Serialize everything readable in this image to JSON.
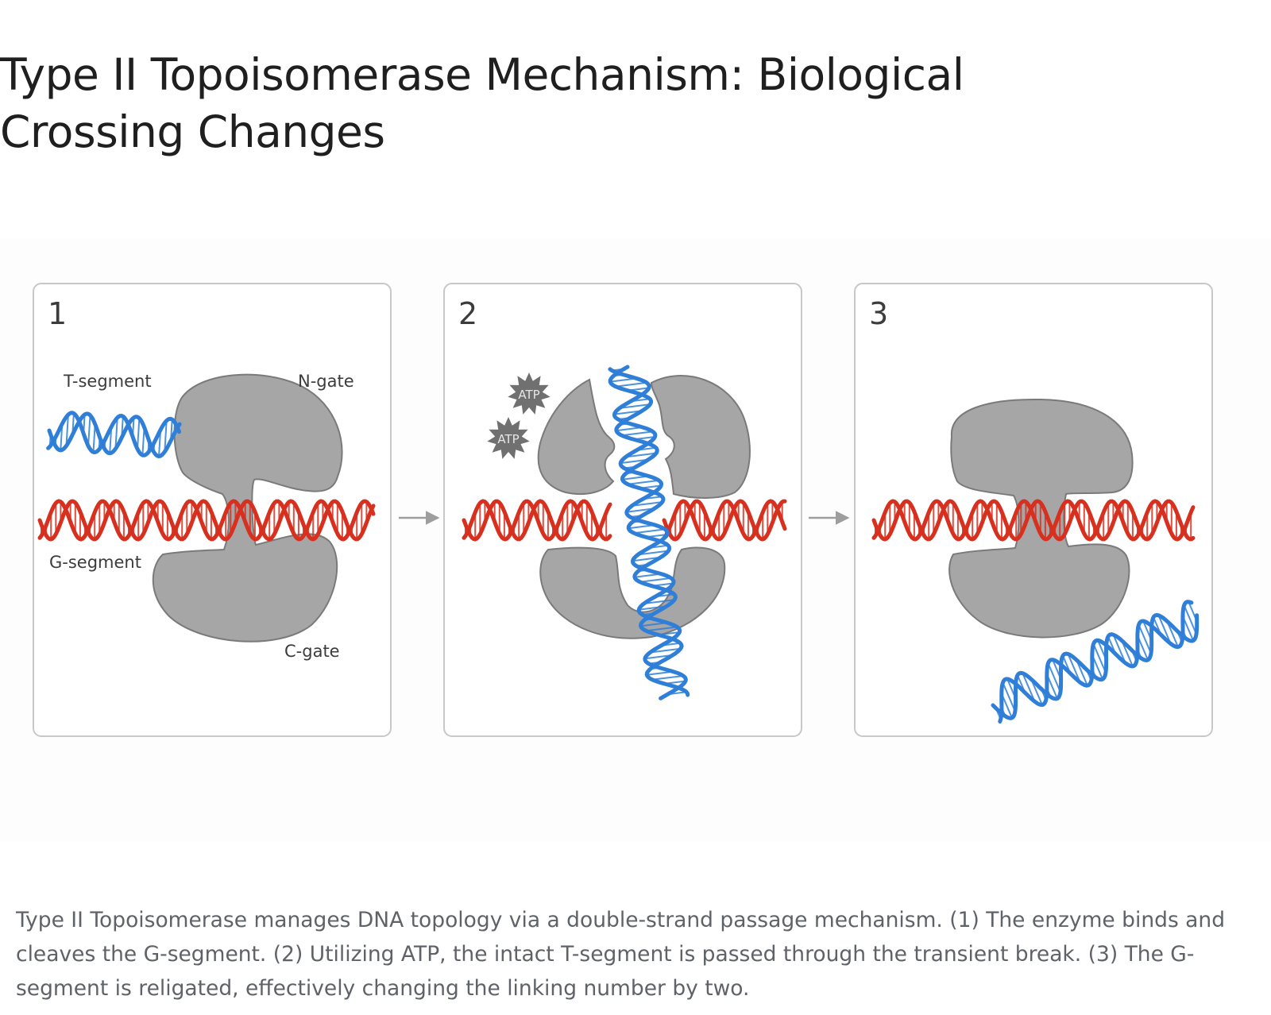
{
  "title": "Type II Topoisomerase Mechanism: Biological Crossing Changes",
  "caption": "Type II Topoisomerase manages DNA topology via a double-strand passage mechanism. (1) The enzyme binds and cleaves the G-segment. (2) Utilizing ATP, the intact T-segment is passed through the transient break. (3) The G-segment is religated, effectively changing the linking number by two.",
  "panels": [
    {
      "number": "1",
      "labels": {
        "t_segment": "T-segment",
        "n_gate": "N-gate",
        "g_segment": "G-segment",
        "c_gate": "C-gate"
      }
    },
    {
      "number": "2",
      "atp_labels": [
        "ATP",
        "ATP"
      ]
    },
    {
      "number": "3"
    }
  ],
  "colors": {
    "g_segment_dna": "#d7301f",
    "t_segment_dna": "#2f7fd8",
    "enzyme": "#a6a6a6",
    "enzyme_outline": "#7a7a7a",
    "atp": "#707070",
    "arrow": "#9e9e9e",
    "panel_border": "#c8c8c8"
  }
}
